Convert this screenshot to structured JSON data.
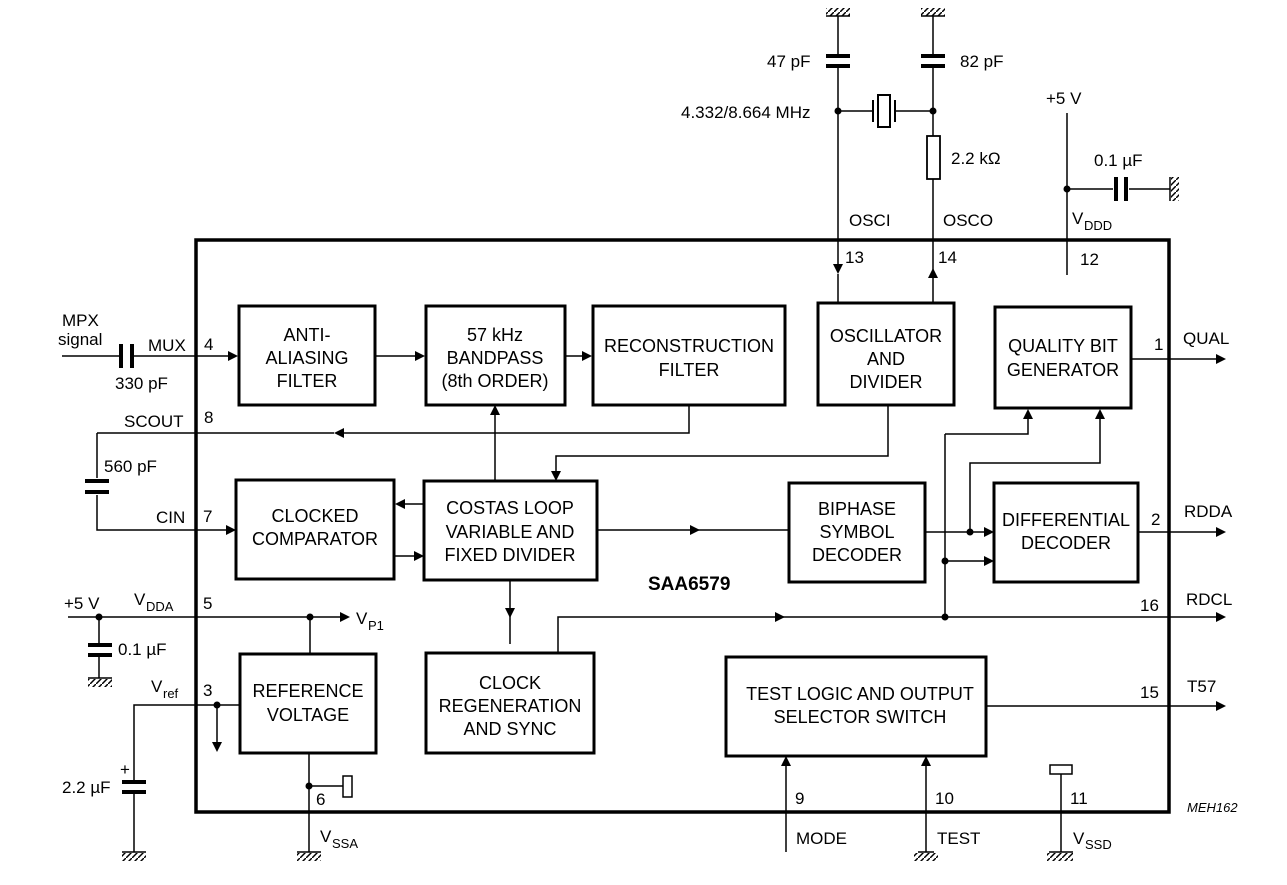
{
  "chip": {
    "name": "SAA6579",
    "ref": "MEH162"
  },
  "blocks": {
    "anti_aliasing": [
      "ANTI-",
      "ALIASING",
      "FILTER"
    ],
    "bandpass": [
      "57 kHz",
      "BANDPASS",
      "(8th ORDER)"
    ],
    "reconstruction": [
      "RECONSTRUCTION",
      "FILTER"
    ],
    "oscillator": [
      "OSCILLATOR",
      "AND",
      "DIVIDER"
    ],
    "quality_bit": [
      "QUALITY BIT",
      "GENERATOR"
    ],
    "clocked_comparator": [
      "CLOCKED",
      "COMPARATOR"
    ],
    "costas_loop": [
      "COSTAS LOOP",
      "VARIABLE AND",
      "FIXED DIVIDER"
    ],
    "biphase": [
      "BIPHASE",
      "SYMBOL",
      "DECODER"
    ],
    "differential": [
      "DIFFERENTIAL",
      "DECODER"
    ],
    "reference": [
      "REFERENCE",
      "VOLTAGE"
    ],
    "clock_regen": [
      "CLOCK",
      "REGENERATION",
      "AND SYNC"
    ],
    "test_logic": [
      "TEST LOGIC AND OUTPUT",
      "SELECTOR SWITCH"
    ]
  },
  "pins": {
    "p1": "1",
    "p2": "2",
    "p3": "3",
    "p4": "4",
    "p5": "5",
    "p6": "6",
    "p7": "7",
    "p8": "8",
    "p9": "9",
    "p10": "10",
    "p11": "11",
    "p12": "12",
    "p13": "13",
    "p14": "14",
    "p15": "15",
    "p16": "16"
  },
  "signals": {
    "mpx": [
      "MPX",
      "signal"
    ],
    "mux": "MUX",
    "scout": "SCOUT",
    "cin": "CIN",
    "osci": "OSCI",
    "osco": "OSCO",
    "qual": "QUAL",
    "rdda": "RDDA",
    "rdcl": "RDCL",
    "t57": "T57",
    "mode": "MODE",
    "test": "TEST",
    "vddd": {
      "main": "V",
      "sub": "DDD"
    },
    "vdda": {
      "main": "V",
      "sub": "DDA"
    },
    "vp1": {
      "main": "V",
      "sub": "P1"
    },
    "vref": {
      "main": "V",
      "sub": "ref"
    },
    "vssa": {
      "main": "V",
      "sub": "SSA"
    },
    "vssd": {
      "main": "V",
      "sub": "SSD"
    }
  },
  "components": {
    "c_mpx": "330 pF",
    "c_scout": "560 pF",
    "c_osci": "47 pF",
    "c_osco": "82 pF",
    "crystal": "4.332/8.664 MHz",
    "r_osco": "2.2 kΩ",
    "c_vddd": "0.1 µF",
    "c_vdda": "0.1 µF",
    "c_vref": "2.2 µF",
    "cap_plus": "+",
    "supply_vddd": "+5 V",
    "supply_vdda": "+5 V"
  }
}
